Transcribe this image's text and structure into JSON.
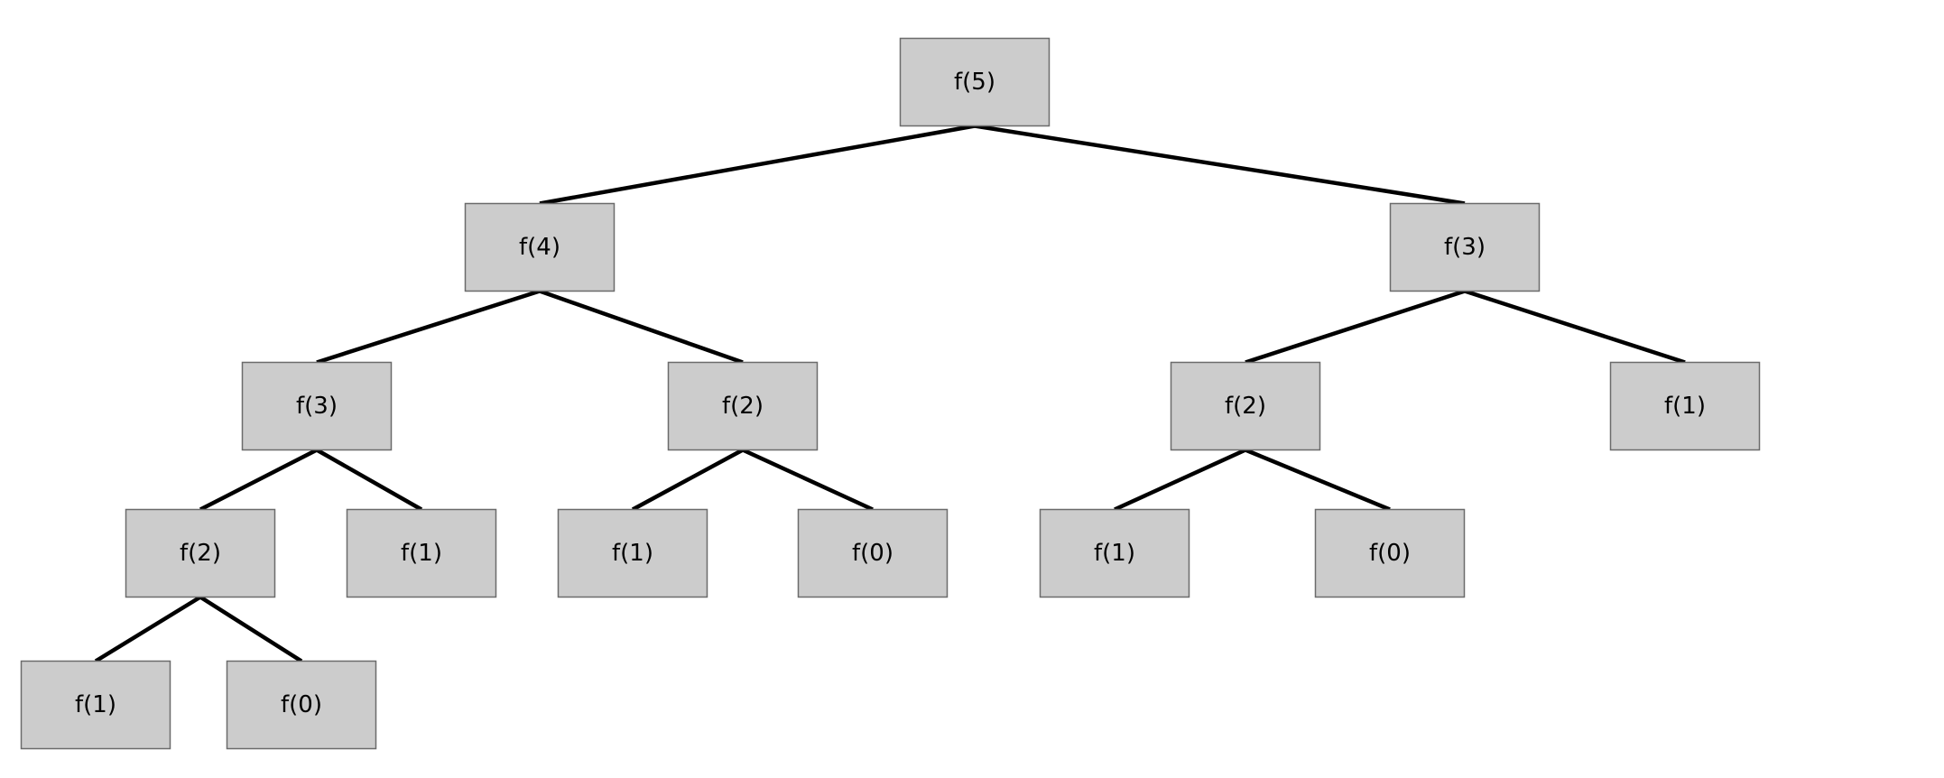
{
  "tree": {
    "nodes": [
      {
        "id": "n5",
        "label": "f(5)"
      },
      {
        "id": "n4",
        "label": "f(4)"
      },
      {
        "id": "n3a",
        "label": "f(3)"
      },
      {
        "id": "n3b",
        "label": "f(3)"
      },
      {
        "id": "n2a",
        "label": "f(2)"
      },
      {
        "id": "n2b",
        "label": "f(2)"
      },
      {
        "id": "n2c",
        "label": "f(2)"
      },
      {
        "id": "n1a",
        "label": "f(1)"
      },
      {
        "id": "n0a",
        "label": "f(0)"
      },
      {
        "id": "n1b",
        "label": "f(1)"
      },
      {
        "id": "n1c",
        "label": "f(1)"
      },
      {
        "id": "n0b",
        "label": "f(0)"
      },
      {
        "id": "n1d",
        "label": "f(1)"
      },
      {
        "id": "n0c",
        "label": "f(0)"
      },
      {
        "id": "n1e",
        "label": "f(1)"
      }
    ],
    "edges": [
      [
        "n5",
        "n4"
      ],
      [
        "n5",
        "n3b"
      ],
      [
        "n4",
        "n3a"
      ],
      [
        "n4",
        "n2b"
      ],
      [
        "n3b",
        "n2c"
      ],
      [
        "n3b",
        "n1e"
      ],
      [
        "n3a",
        "n2a"
      ],
      [
        "n3a",
        "n1b"
      ],
      [
        "n2b",
        "n1c"
      ],
      [
        "n2b",
        "n0b"
      ],
      [
        "n2c",
        "n1d"
      ],
      [
        "n2c",
        "n0c"
      ],
      [
        "n2a",
        "n1a"
      ],
      [
        "n2a",
        "n0a"
      ]
    ]
  },
  "colors": {
    "node_fill": "#cccccc",
    "node_border": "#6b6b6b",
    "edge": "#000000",
    "text": "#000000"
  }
}
